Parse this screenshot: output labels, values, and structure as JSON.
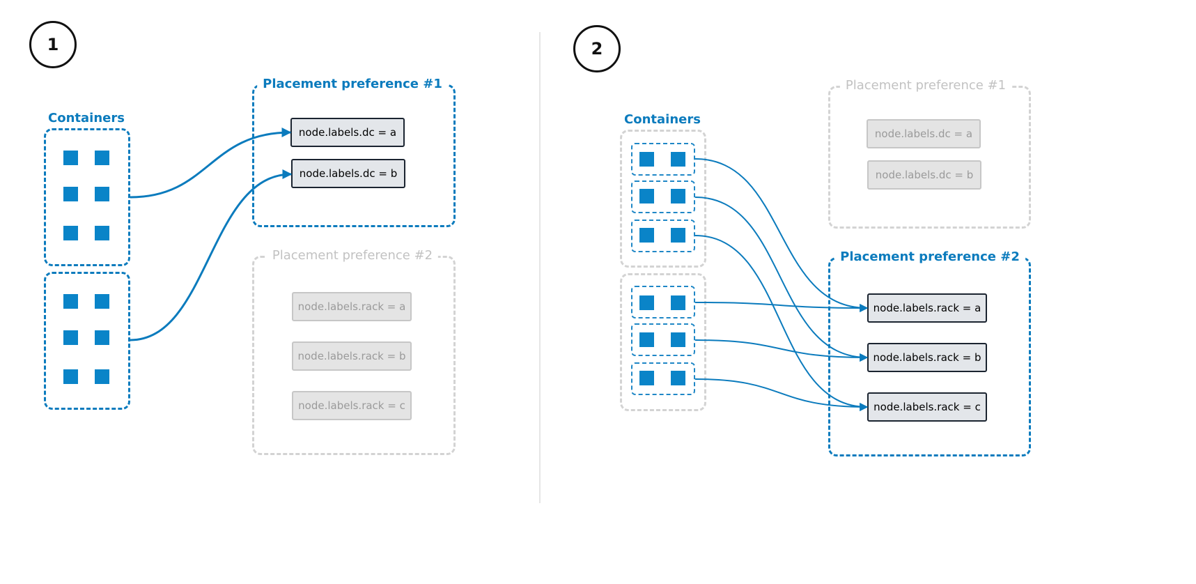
{
  "panel1": {
    "step": "1",
    "containers_label": "Containers",
    "pref1": {
      "title": "Placement preference #1",
      "labels": [
        "node.labels.dc = a",
        "node.labels.dc = b"
      ]
    },
    "pref2": {
      "title": "Placement preference #2",
      "labels": [
        "node.labels.rack = a",
        "node.labels.rack = b",
        "node.labels.rack = c"
      ]
    }
  },
  "panel2": {
    "step": "2",
    "containers_label": "Containers",
    "pref1": {
      "title": "Placement preference #1",
      "labels": [
        "node.labels.dc = a",
        "node.labels.dc = b"
      ]
    },
    "pref2": {
      "title": "Placement preference #2",
      "labels": [
        "node.labels.rack = a",
        "node.labels.rack = b",
        "node.labels.rack = c"
      ]
    }
  },
  "colors": {
    "accent": "#0b7bbd",
    "container_square": "#0a84c8",
    "inactive": "#c6c6c6"
  }
}
